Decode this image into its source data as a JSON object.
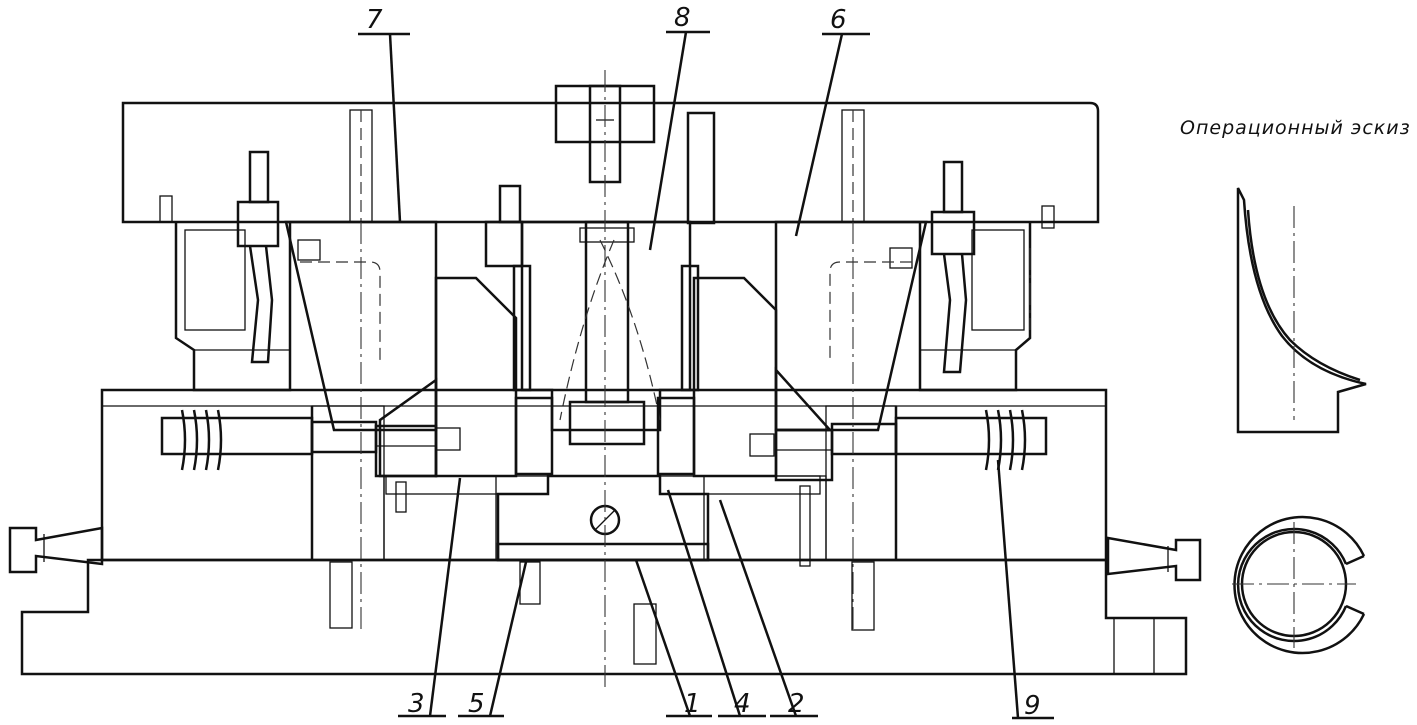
{
  "title": "Операционный эскиз",
  "callouts": [
    {
      "id": "7",
      "label": "7"
    },
    {
      "id": "8",
      "label": "8"
    },
    {
      "id": "6",
      "label": "6"
    },
    {
      "id": "3",
      "label": "3"
    },
    {
      "id": "5",
      "label": "5"
    },
    {
      "id": "1",
      "label": "1"
    },
    {
      "id": "4",
      "label": "4"
    },
    {
      "id": "2",
      "label": "2"
    },
    {
      "id": "9",
      "label": "9"
    }
  ],
  "colors": {
    "ink": "#111111",
    "paper": "#ffffff"
  }
}
